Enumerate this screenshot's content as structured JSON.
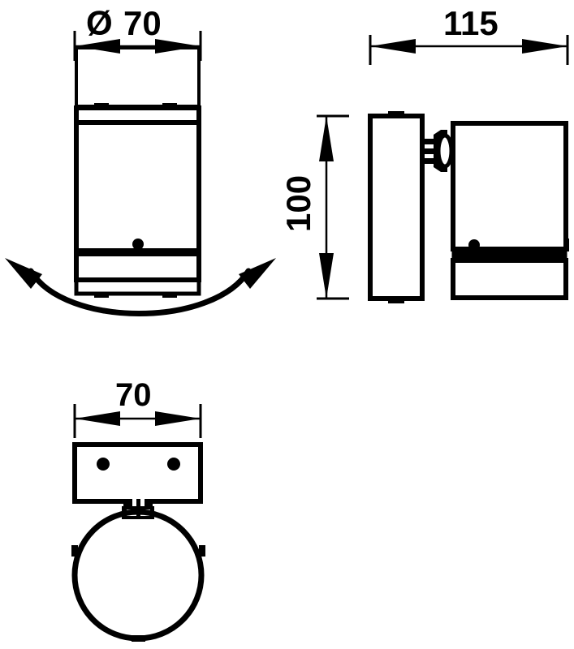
{
  "drawing": {
    "title": "Wall-mounted cylindrical luminaire – three-view dimensioned drawing",
    "line_color": "#000000",
    "background_color": "#ffffff",
    "unit": "mm"
  },
  "dimensions": {
    "front_diameter": {
      "label": "Ø 70",
      "symbol": "Ø",
      "value": "70",
      "orientation": "horizontal",
      "view": "front"
    },
    "side_width": {
      "label": "115",
      "value": "115",
      "orientation": "horizontal",
      "view": "side"
    },
    "side_height": {
      "label": "100",
      "value": "100",
      "orientation": "vertical-rotated",
      "view": "side"
    },
    "bottom_width": {
      "label": "70",
      "value": "70",
      "orientation": "horizontal",
      "view": "bottom"
    }
  },
  "views": {
    "front": {
      "name": "front-view"
    },
    "side": {
      "name": "side-view"
    },
    "bottom": {
      "name": "bottom-view"
    }
  },
  "annotations": {
    "swivel_arc": {
      "name": "rotation-arc-arrow",
      "description": "double-headed curved arrow indicating swivel adjustment"
    }
  }
}
